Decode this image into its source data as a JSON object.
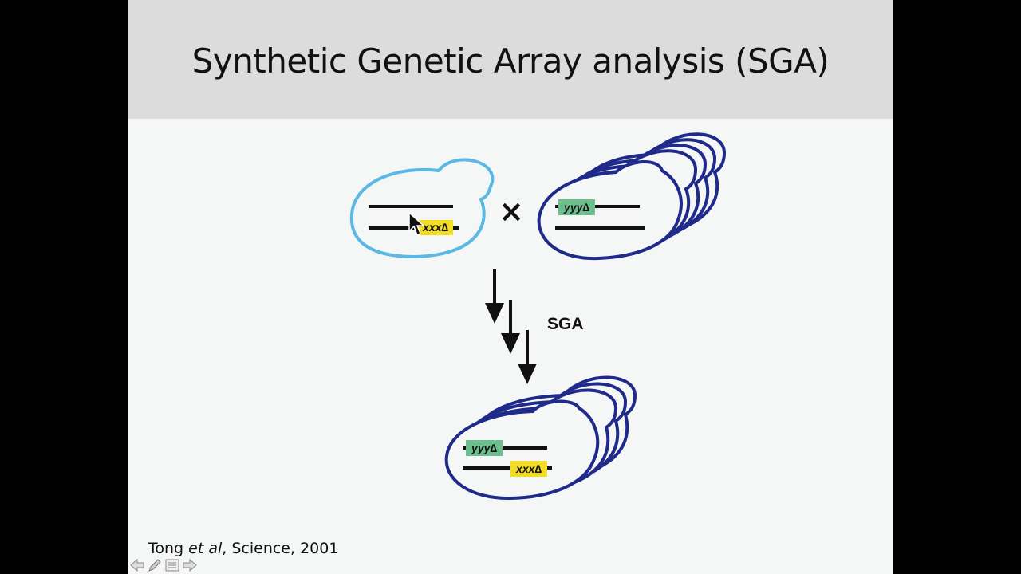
{
  "slide": {
    "title": "Synthetic Genetic Array analysis (SGA)",
    "citation": {
      "author": "Tong",
      "etal": "et al",
      "rest": ", Science, 2001"
    }
  },
  "figure": {
    "cross_symbol": "×",
    "arrow_label": "SGA",
    "query_gene": "xxx∆",
    "array_gene": "yyy∆",
    "colors": {
      "query_cell": "#5ab9e4",
      "array_cell": "#1f2a8a",
      "xxx_box": "#f2dc24",
      "yyy_box": "#6cbf8d"
    }
  },
  "nav": [
    "back-arrow-icon",
    "pen-icon",
    "menu-icon",
    "forward-arrow-icon"
  ]
}
